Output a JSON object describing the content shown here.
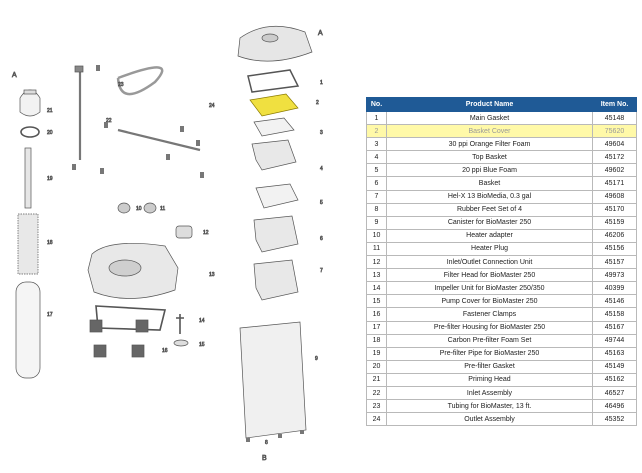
{
  "table": {
    "headers": {
      "no": "No.",
      "name": "Product Name",
      "item": "Item No."
    },
    "rows": [
      {
        "no": "1",
        "name": "Main Gasket",
        "item": "45148"
      },
      {
        "no": "2",
        "name": "Basket Cover",
        "item": "75620",
        "highlighted": true
      },
      {
        "no": "3",
        "name": "30 ppi Orange Filter Foam",
        "item": "49604"
      },
      {
        "no": "4",
        "name": "Top Basket",
        "item": "45172"
      },
      {
        "no": "5",
        "name": "20 ppi Blue Foam",
        "item": "49602"
      },
      {
        "no": "6",
        "name": "Basket",
        "item": "45171"
      },
      {
        "no": "7",
        "name": "Hel-X 13 BioMedia, 0.3 gal",
        "item": "49608"
      },
      {
        "no": "8",
        "name": "Rubber Feet Set of 4",
        "item": "45170"
      },
      {
        "no": "9",
        "name": "Canister for BioMaster 250",
        "item": "45159"
      },
      {
        "no": "10",
        "name": "Heater adapter",
        "item": "46206"
      },
      {
        "no": "11",
        "name": "Heater Plug",
        "item": "45156"
      },
      {
        "no": "12",
        "name": "Inlet/Outlet Connection Unit",
        "item": "45157"
      },
      {
        "no": "13",
        "name": "Filter Head for BioMaster 250",
        "item": "49973"
      },
      {
        "no": "14",
        "name": "Impeller Unit for BioMaster 250/350",
        "item": "40399"
      },
      {
        "no": "15",
        "name": "Pump Cover for BioMaster 250",
        "item": "45146"
      },
      {
        "no": "16",
        "name": "Fastener Clamps",
        "item": "45158"
      },
      {
        "no": "17",
        "name": "Pre-filter Housing for BioMaster 250",
        "item": "45167"
      },
      {
        "no": "18",
        "name": "Carbon Pre-filter Foam Set",
        "item": "49744"
      },
      {
        "no": "19",
        "name": "Pre-filter Pipe for BioMaster 250",
        "item": "45163"
      },
      {
        "no": "20",
        "name": "Pre-filter Gasket",
        "item": "45149"
      },
      {
        "no": "21",
        "name": "Priming Head",
        "item": "45162"
      },
      {
        "no": "22",
        "name": "Inlet Assembly",
        "item": "46527"
      },
      {
        "no": "23",
        "name": "Tubing for BioMaster, 13 ft.",
        "item": "46496"
      },
      {
        "no": "24",
        "name": "Outlet Assembly",
        "item": "45352"
      }
    ]
  },
  "diagram": {
    "section_labels": {
      "left": "A",
      "right": "A",
      "bottom": "B"
    },
    "callouts": [
      "21",
      "20",
      "19",
      "18",
      "17",
      "22",
      "23",
      "24",
      "10",
      "11",
      "12",
      "13",
      "14",
      "15",
      "16",
      "1",
      "2",
      "3",
      "4",
      "5",
      "6",
      "7",
      "8",
      "9"
    ],
    "highlight_color": "#f0e040",
    "table_header_color": "#1f5a96"
  }
}
